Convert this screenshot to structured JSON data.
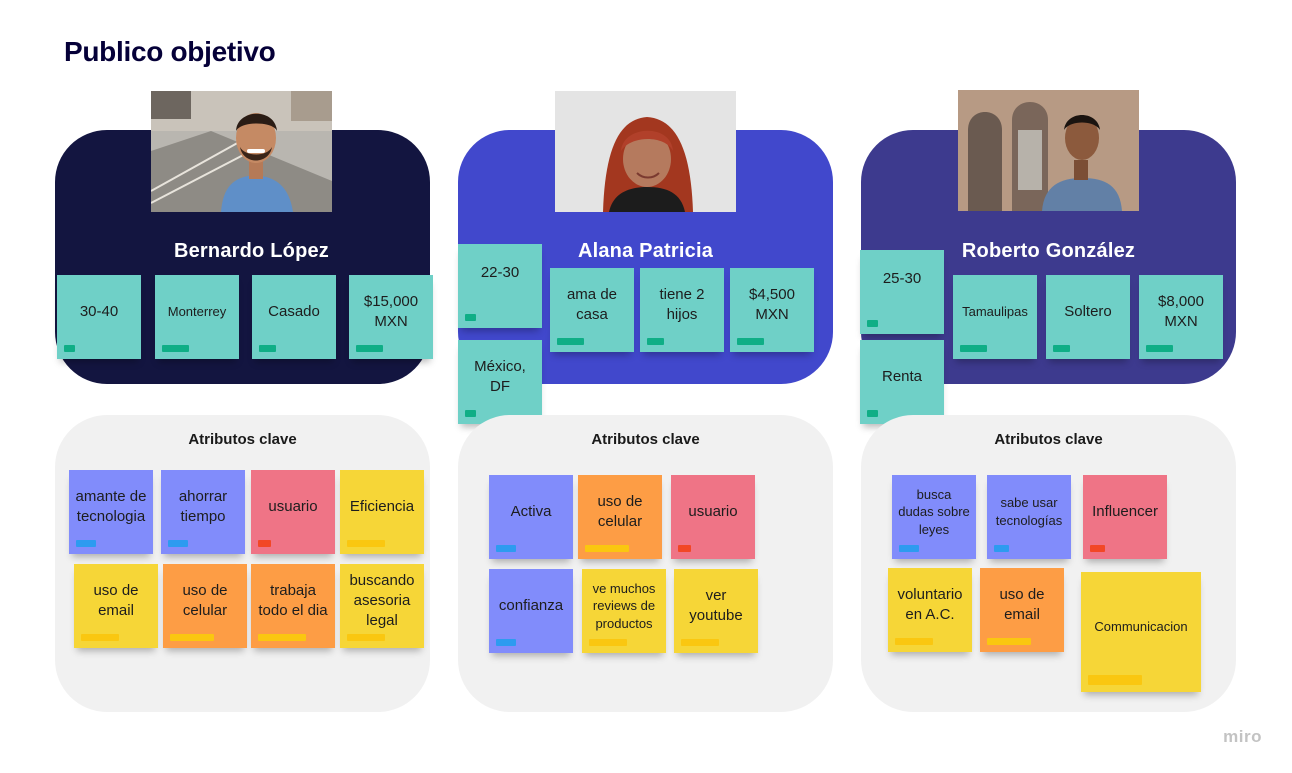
{
  "title": "Publico objetivo",
  "personas": [
    {
      "name": "Bernardo López",
      "card_color": "#131540",
      "photo": "man-smiling-street-photo",
      "stickies": [
        "30-40",
        "Monterrey",
        "Casado",
        "$15,000 MXN"
      ]
    },
    {
      "name": "Alana Patricia",
      "card_color": "#4148cc",
      "photo": "woman-red-hair-photo",
      "stickies": [
        "22-30",
        "ama de casa",
        "tiene 2 hijos",
        "$4,500 MXN",
        "México, DF"
      ]
    },
    {
      "name": "Roberto González",
      "card_color": "#3d3a8e",
      "photo": "man-blue-shirt-arches-photo",
      "stickies": [
        "25-30",
        "Tamaulipas",
        "Soltero",
        "$8,000 MXN",
        "Renta"
      ]
    }
  ],
  "attributes": [
    {
      "title": "Atributos clave",
      "notes": [
        "amante de tecnologia",
        "ahorrar tiempo",
        "usuario",
        "Eficiencia",
        "uso de email",
        "uso de celular",
        "trabaja todo el dia",
        "buscando asesoria legal"
      ]
    },
    {
      "title": "Atributos clave",
      "notes": [
        "Activa",
        "uso de celular",
        "usuario",
        "confianza",
        "ve muchos reviews de productos",
        "ver youtube"
      ]
    },
    {
      "title": "Atributos clave",
      "notes": [
        "busca dudas sobre leyes",
        "sabe usar tecnologías",
        "Influencer",
        "voluntario en A.C.",
        "uso de email",
        "Communicacion"
      ]
    }
  ],
  "colors": {
    "teal": "#6fd0c7",
    "teal_tag": "#0fae86",
    "blue": "#818cfb",
    "blue_tag": "#2d9bf0",
    "red": "#ef7486",
    "red_tag": "#f24726",
    "yellow": "#f6d637",
    "yellow_tag": "#fac710",
    "orange": "#fd9d45",
    "orange_tag": "#fac710"
  },
  "watermark": "miro"
}
